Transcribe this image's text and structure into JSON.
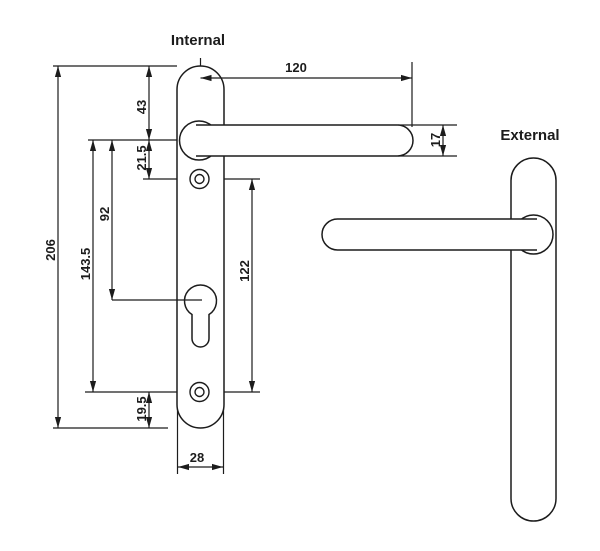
{
  "labels": {
    "internal": "Internal",
    "external": "External"
  },
  "dimensions": {
    "plate_length": "206",
    "top_to_handle_centre": "43",
    "handle_to_top_screw": "21.5",
    "handle_to_cylinder": "92",
    "handle_to_bottom_screw": "143.5",
    "bottom_screw_to_end": "19.5",
    "screw_centres": "122",
    "handle_length": "120",
    "handle_thickness": "17",
    "plate_width": "28"
  },
  "colors": {
    "line": "#1c1c1c",
    "background": "#ffffff"
  }
}
